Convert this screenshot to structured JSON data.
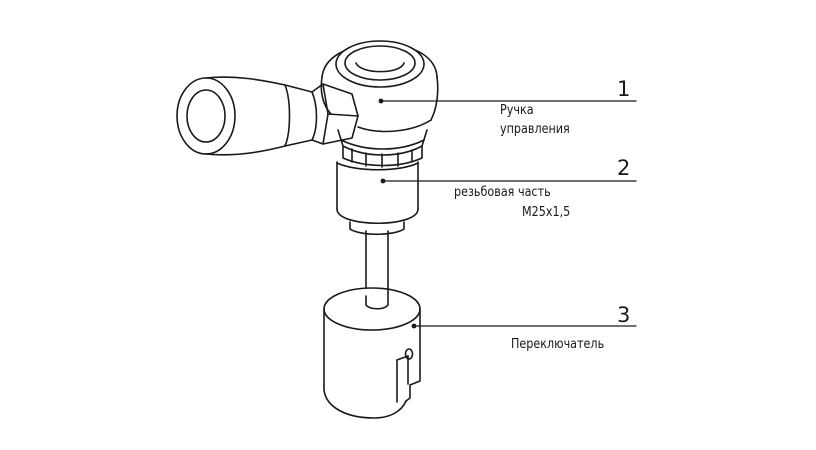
{
  "callouts": [
    {
      "number": "1",
      "lines": [
        "Ручка",
        "управления"
      ]
    },
    {
      "number": "2",
      "lines": [
        "резьбовая часть",
        "М25х1,5"
      ]
    },
    {
      "number": "3",
      "lines": [
        "Переключатель"
      ]
    }
  ],
  "colors": {
    "ink": "#1a1a1a",
    "background": "#ffffff"
  }
}
